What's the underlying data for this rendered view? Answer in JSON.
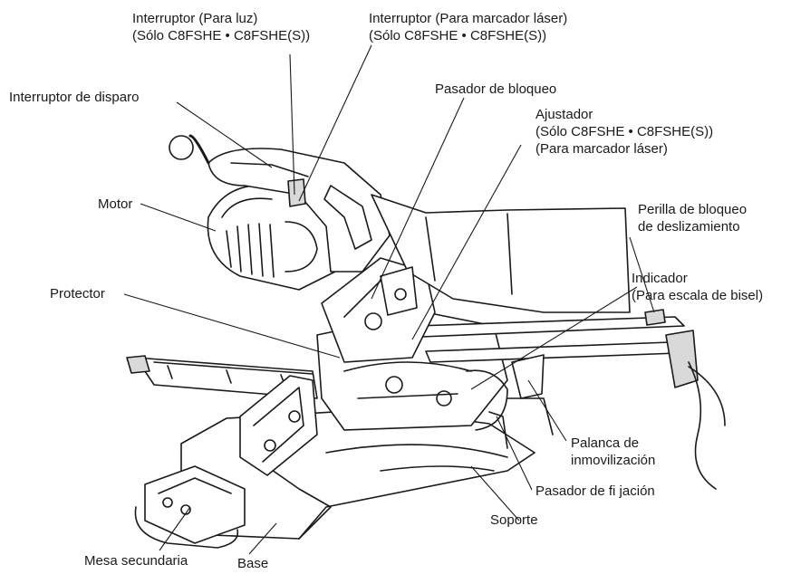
{
  "labels": {
    "switch_light": [
      "Interruptor (Para luz)",
      "(Sólo C8FSHE • C8FSHE(S))"
    ],
    "switch_laser": [
      "Interruptor (Para marcador láser)",
      "(Sólo C8FSHE • C8FSHE(S))"
    ],
    "trigger_switch": [
      "Interruptor de disparo"
    ],
    "lock_pin": [
      "Pasador de bloqueo"
    ],
    "adjuster": [
      "Ajustador",
      "(Sólo C8FSHE • C8FSHE(S))",
      "(Para marcador láser)"
    ],
    "motor": [
      "Motor"
    ],
    "slide_lock_knob": [
      "Perilla de bloqueo",
      "de deslizamiento"
    ],
    "protector": [
      "Protector"
    ],
    "indicator": [
      "Indicador",
      "(Para escala de bisel)"
    ],
    "lock_lever": [
      "Palanca de",
      "inmovilización"
    ],
    "fixing_pin": [
      "Pasador de fi jación"
    ],
    "support": [
      "Soporte"
    ],
    "sub_table": [
      "Mesa secundaria"
    ],
    "base": [
      "Base"
    ]
  },
  "colors": {
    "ink": "#1a1a1a",
    "paper": "#ffffff",
    "shade": "#d9d9d9"
  }
}
